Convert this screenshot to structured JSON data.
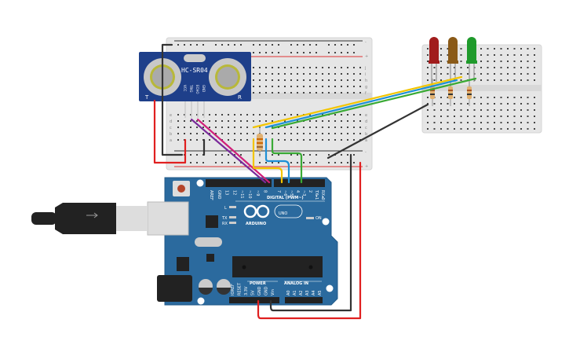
{
  "sensor": {
    "model": "HC-SR04",
    "pins": [
      "VCC",
      "TRIG",
      "ECHO",
      "GND"
    ],
    "left_label": "T",
    "right_label": "R"
  },
  "breadboard": {
    "row_letters_top": [
      "j",
      "i",
      "h",
      "g",
      "f"
    ],
    "row_letters_bottom": [
      "e",
      "d",
      "c",
      "b",
      "a"
    ],
    "minus": "-",
    "plus": "+",
    "columns": 30
  },
  "arduino": {
    "digital_pins": [
      "AREF",
      "GND",
      "13",
      "12",
      "~11",
      "~10",
      "~9",
      "8",
      "7",
      "~6",
      "~5",
      "4",
      "~3",
      "2",
      "TX▸1",
      "RX◂0"
    ],
    "digital_label": "DIGITAL (PWM~)",
    "brand": "ARDUINO",
    "model": "UNO",
    "led_labels": [
      "L",
      "TX",
      "RX"
    ],
    "on_label": "ON",
    "power_label": "POWER",
    "power_pins": [
      "IOREF",
      "RESET",
      "3.3V",
      "5V",
      "GND",
      "GND",
      "Vin"
    ],
    "analog_label": "ANALOG IN",
    "analog_pins": [
      "A0",
      "A1",
      "A2",
      "A3",
      "A4",
      "A5"
    ]
  },
  "leds": [
    {
      "color": "red",
      "hex": "#a11d1d"
    },
    {
      "color": "orange",
      "hex": "#8a5a18"
    },
    {
      "color": "green",
      "hex": "#1f9a2b"
    }
  ],
  "colors": {
    "board": "#2b6a9e",
    "breadboard": "#e6e6e6",
    "wire_red": "#e02020",
    "wire_black": "#333333",
    "wire_yellow": "#f2c500",
    "wire_blue": "#1e90d6",
    "wire_green": "#3aaa35",
    "wire_purple": "#7a2a9a",
    "wire_magenta": "#d0207a"
  }
}
